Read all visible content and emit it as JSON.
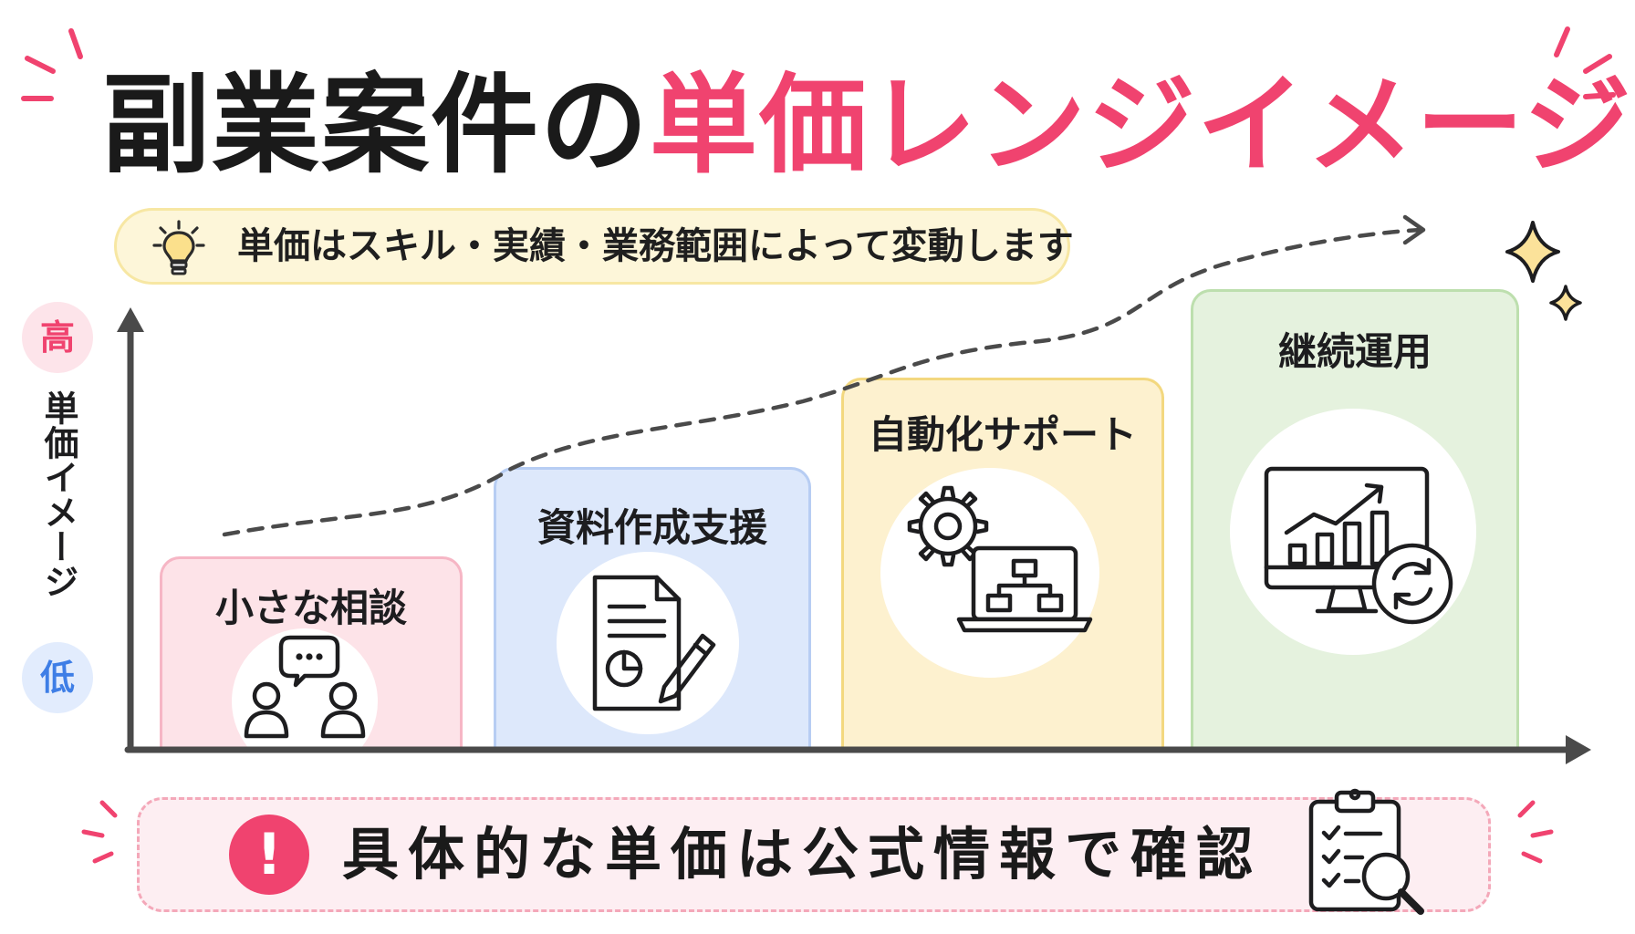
{
  "title": {
    "dark": "副業案件の",
    "accent": "単価レンジイメージ"
  },
  "note": {
    "text": "単価はスキル・実績・業務範囲によって変動します",
    "icon": "lightbulb-icon"
  },
  "y_axis": {
    "label": "単価イメージ",
    "high": "高",
    "low": "低"
  },
  "chart_data": {
    "type": "bar",
    "categories": [
      "小さな相談",
      "資料作成支援",
      "自動化サポート",
      "継続運用"
    ],
    "values": [
      1,
      2,
      3,
      4
    ],
    "ylabel": "単価イメージ",
    "ylim": [
      0,
      5
    ],
    "trend_line": "dashed-arrow",
    "colors": [
      "#fde3e8",
      "#dde8fb",
      "#fdf1cf",
      "#e5f2de"
    ]
  },
  "steps": [
    {
      "label": "小さな相談",
      "icon": "consultation-chat-icon"
    },
    {
      "label": "資料作成支援",
      "icon": "document-edit-icon"
    },
    {
      "label": "自動化サポート",
      "icon": "gear-laptop-flowchart-icon"
    },
    {
      "label": "継続運用",
      "icon": "monitor-chart-refresh-icon"
    }
  ],
  "footer": {
    "text": "具体的な単価は公式情報で確認",
    "icon": "clipboard-search-icon",
    "warning_mark": "!"
  },
  "colors": {
    "accent_pink": "#f0436f",
    "note_bg": "#fdf6d9",
    "axis": "#4a4a4a"
  }
}
